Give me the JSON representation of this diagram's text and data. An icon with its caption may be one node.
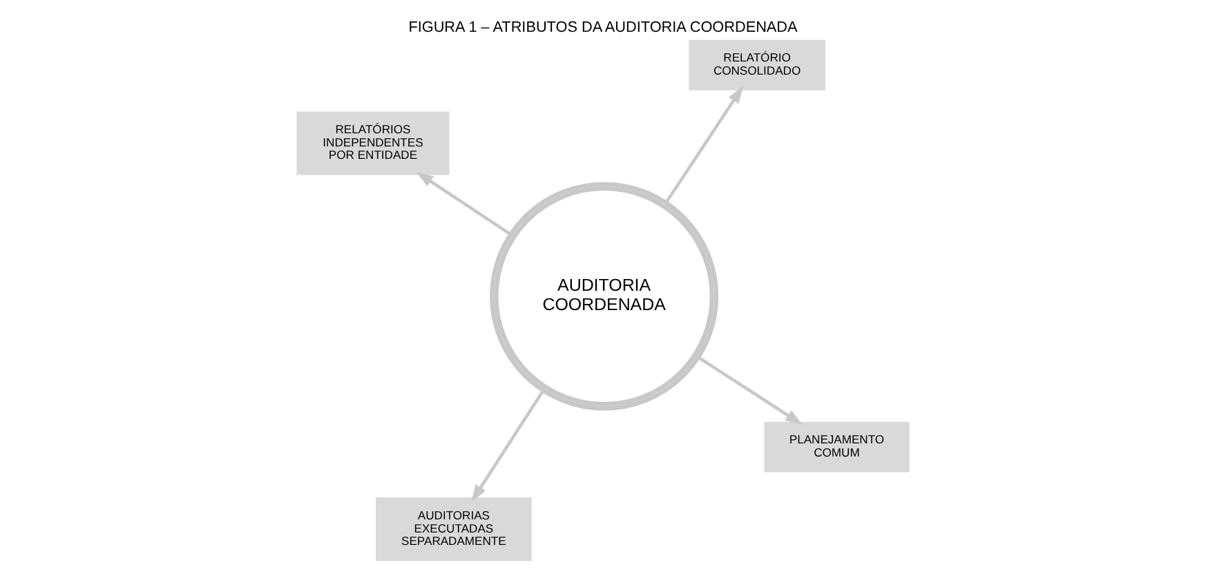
{
  "diagram": {
    "title": "FIGURA 1 – ATRIBUTOS DA AUDITORIA COORDENADA",
    "nodes": [
      {
        "text": [
          "AUDITORIA COORDENADA"
        ]
      },
      {
        "text": [
          "PLANEJAMENTO COMUM"
        ]
      },
      {
        "text": [
          "AUDITORIAS EXECUTADAS SEPARADAMENTE"
        ]
      },
      {
        "text": [
          "RELATÓRIOS INDEPENDENTES POR ENTIDADE"
        ]
      },
      {
        "text": [
          "RELATÓRIO CONSOLIDADO"
        ]
      }
    ],
    "edges": [
      {
        "from": 0,
        "to": 1,
        "arrow": "to"
      },
      {
        "from": 0,
        "to": 2,
        "arrow": "to"
      },
      {
        "from": 0,
        "to": 3,
        "arrow": "to"
      },
      {
        "from": 0,
        "to": 4,
        "arrow": "to"
      }
    ]
  }
}
